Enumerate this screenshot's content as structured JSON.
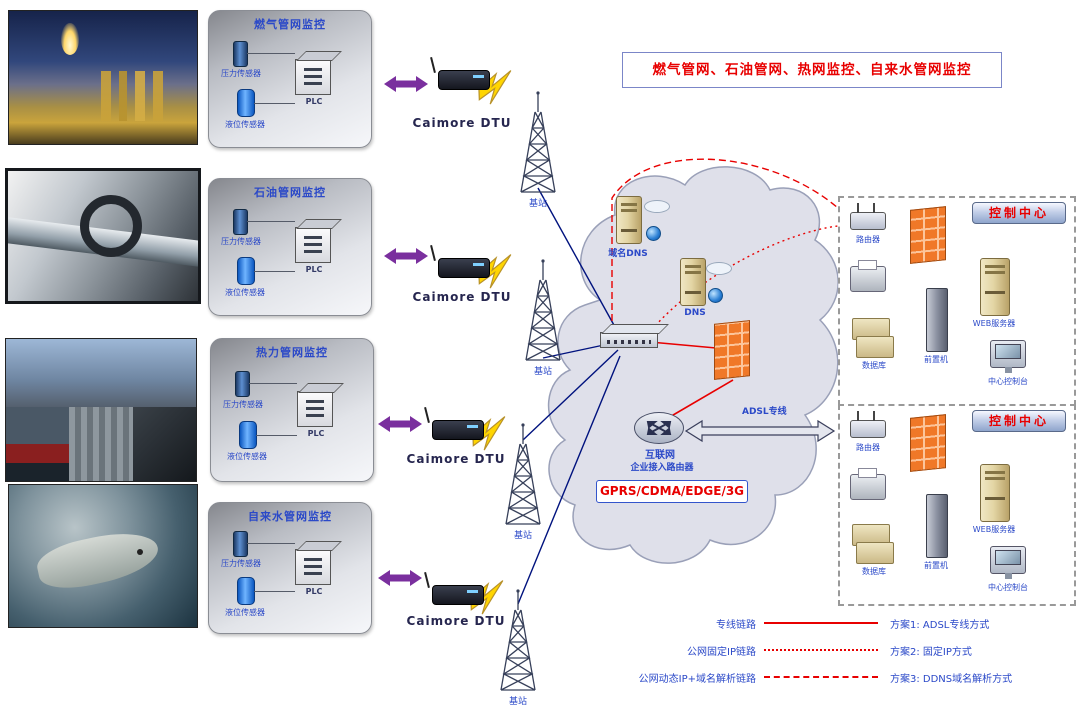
{
  "header": {
    "title": "燃气管网、石油管网、热网监控、自来水管网监控"
  },
  "stations": [
    {
      "title": "燃气管网监控",
      "pressure": "压力传感器",
      "plc": "PLC",
      "level": "液位传感器"
    },
    {
      "title": "石油管网监控",
      "pressure": "压力传感器",
      "plc": "PLC",
      "level": "液位传感器"
    },
    {
      "title": "热力管网监控",
      "pressure": "压力传感器",
      "plc": "PLC",
      "level": "液位传感器"
    },
    {
      "title": "自来水管网监控",
      "pressure": "压力传感器",
      "plc": "PLC",
      "level": "液位传感器"
    }
  ],
  "dtu_label": "Caimore DTU",
  "tower_label": "基站",
  "cloud": {
    "dns_server1": "域名DNS",
    "dns_server2": "DNS",
    "internet": "互联网",
    "router": "企业接入路由器",
    "network": "GPRS/CDMA/EDGE/3G",
    "adsl": "ADSL专线"
  },
  "control_centers": [
    {
      "title": "控制中心",
      "router": "路由器",
      "database": "数据库",
      "frontend": "前置机",
      "web": "WEB服务器",
      "console": "中心控制台"
    },
    {
      "title": "控制中心",
      "router": "路由器",
      "database": "数据库",
      "frontend": "前置机",
      "web": "WEB服务器",
      "console": "中心控制台"
    }
  ],
  "legend": [
    {
      "left": "专线链路",
      "right": "方案1: ADSL专线方式",
      "style": "solid"
    },
    {
      "left": "公网固定IP链路",
      "right": "方案2: 固定IP方式",
      "style": "dotted"
    },
    {
      "left": "公网动态IP+域名解析链路",
      "right": "方案3: DDNS域名解析方式",
      "style": "dashed"
    }
  ]
}
